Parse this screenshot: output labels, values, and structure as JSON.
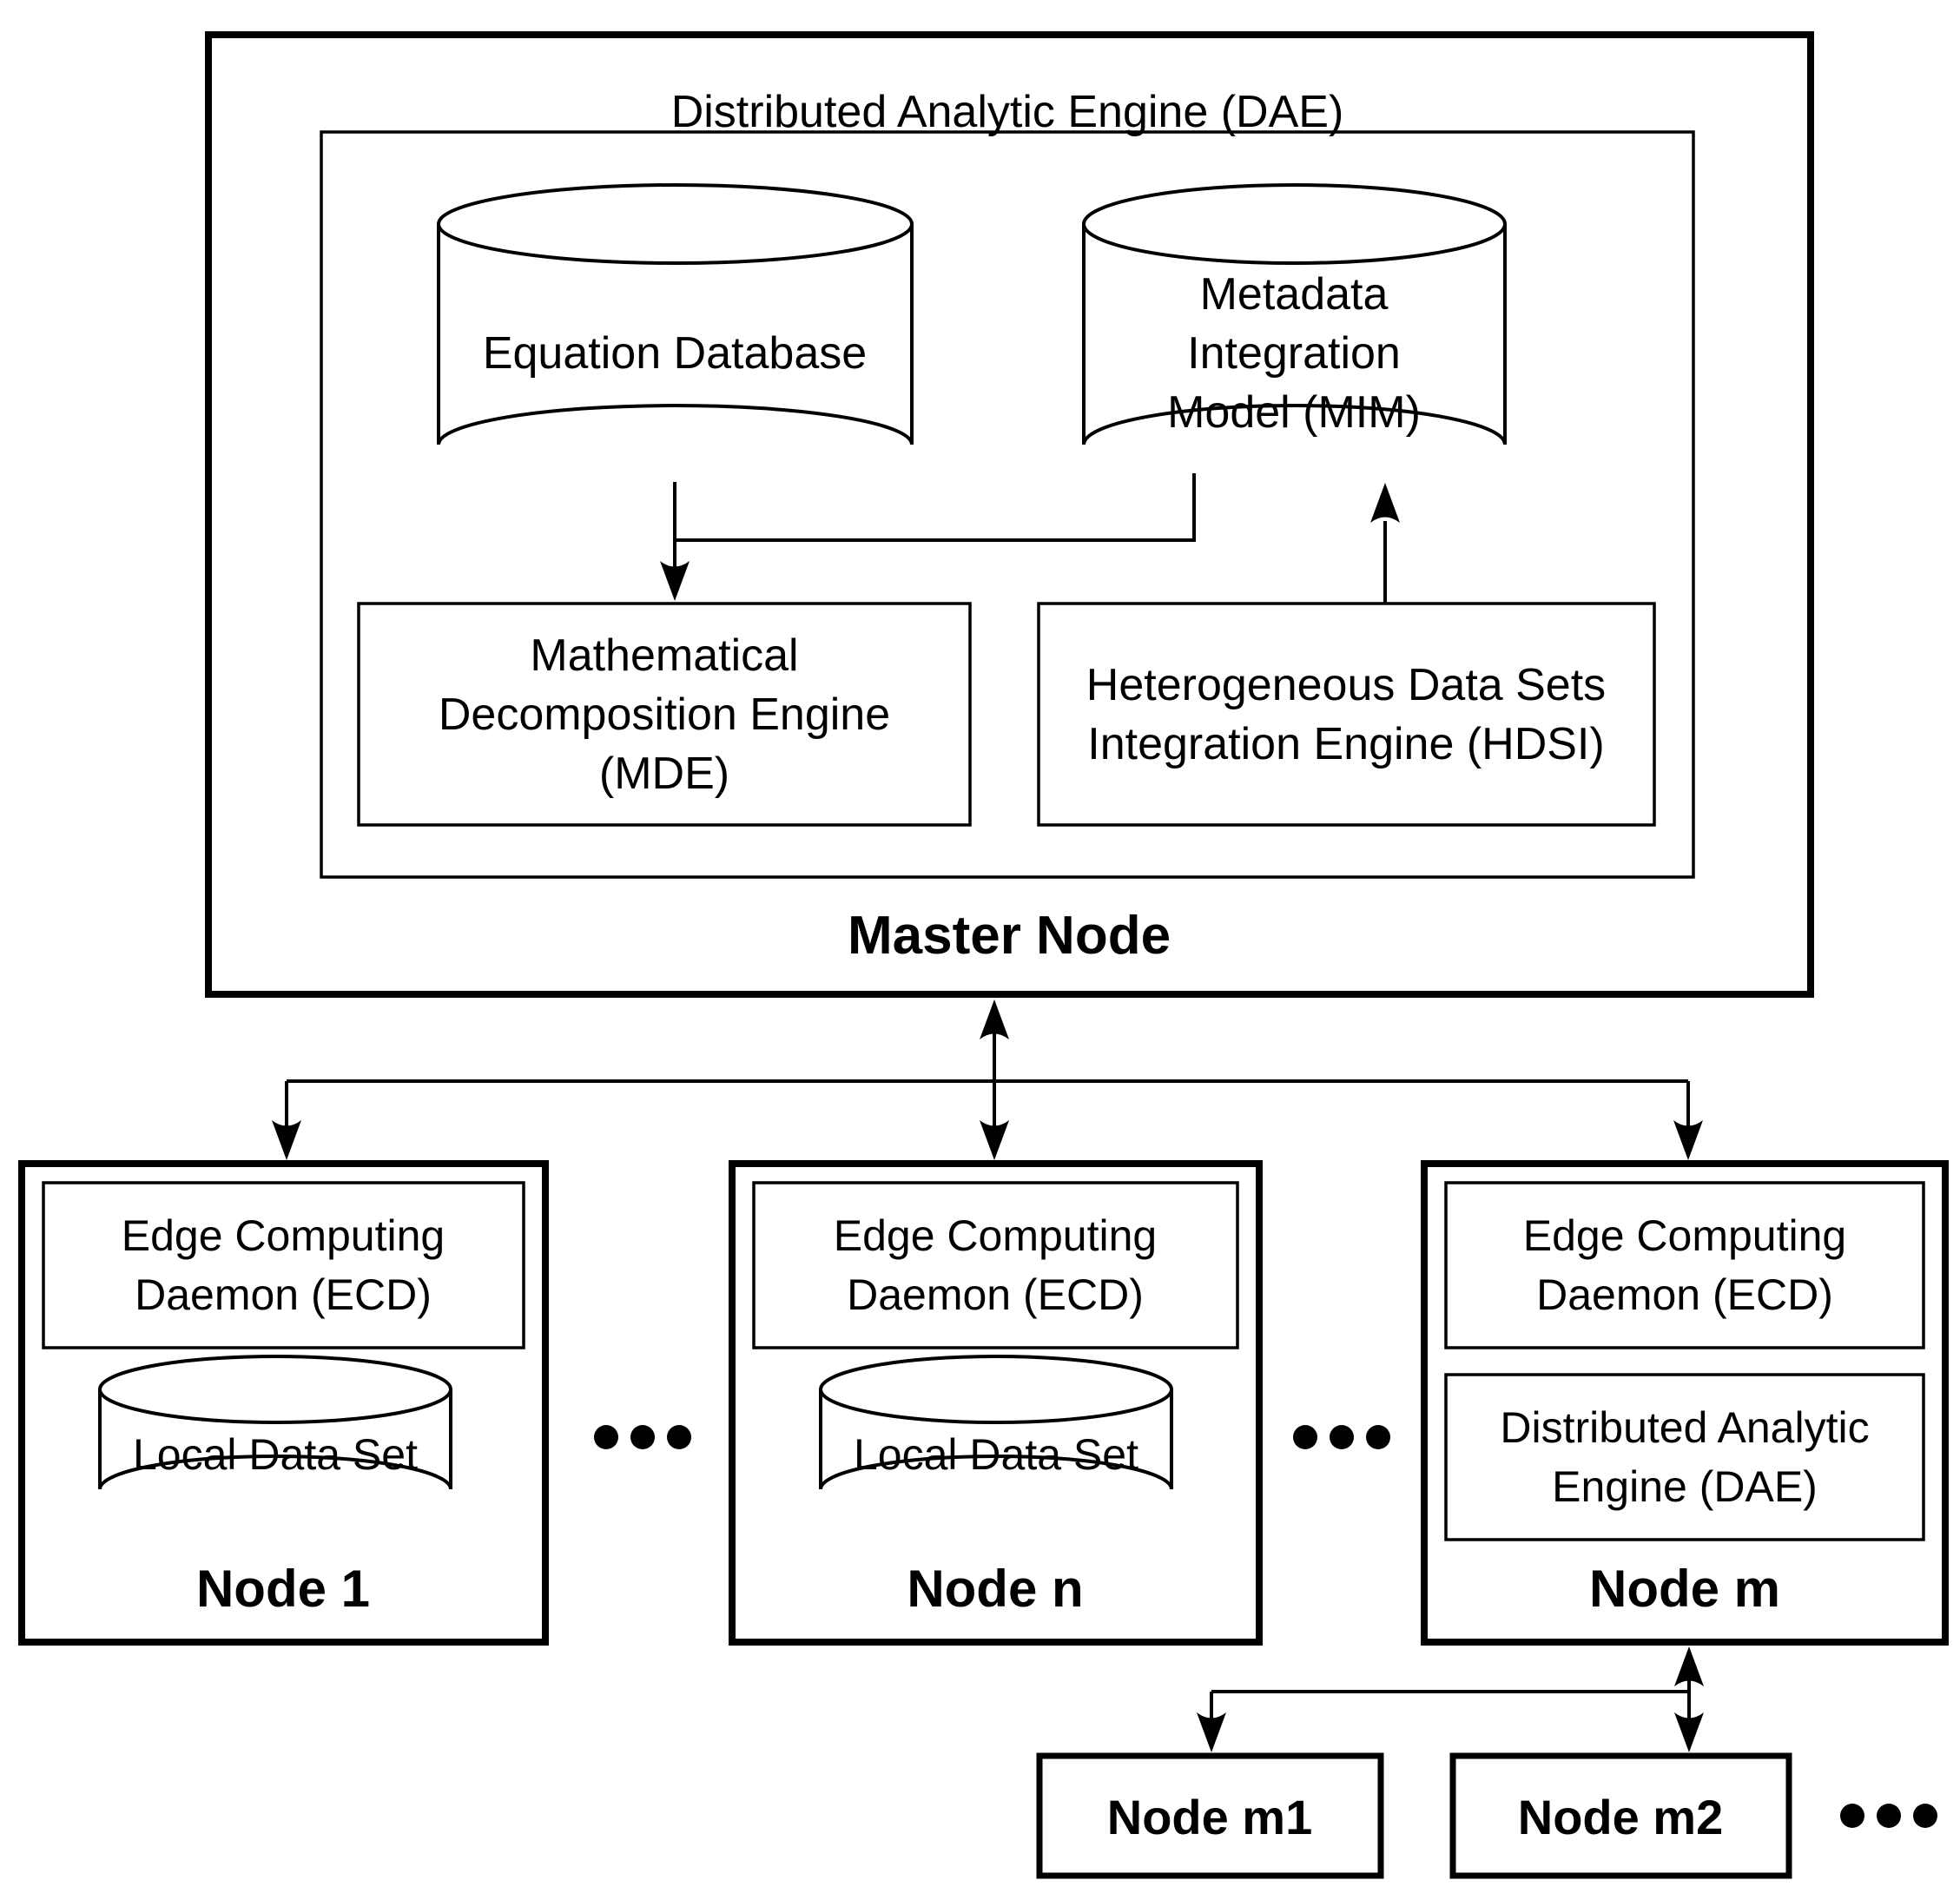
{
  "colors": {
    "ink": "#000000",
    "paper": "#ffffff"
  },
  "icons": {
    "ellipsis": "•••",
    "database_cylinder": "cylinder",
    "arrow": "filled-stealth-arrowhead"
  },
  "master": {
    "label": "Master Node",
    "dae": {
      "title": "Distributed Analytic Engine (DAE)",
      "equation_db": {
        "label": "Equation Database"
      },
      "mim": {
        "lines": [
          "Metadata",
          "Integration",
          "Model (MIM)"
        ]
      },
      "mde": {
        "lines": [
          "Mathematical",
          "Decomposition Engine",
          "(MDE)"
        ]
      },
      "hdsi": {
        "lines": [
          "Heterogeneous Data Sets",
          "Integration Engine (HDSI)"
        ]
      }
    }
  },
  "edge_nodes": {
    "node_1": {
      "label": "Node 1",
      "ecd": {
        "lines": [
          "Edge Computing",
          "Daemon (ECD)"
        ]
      },
      "local_data_set": {
        "label": "Local Data Set"
      }
    },
    "node_n": {
      "label": "Node n",
      "ecd": {
        "lines": [
          "Edge Computing",
          "Daemon (ECD)"
        ]
      },
      "local_data_set": {
        "label": "Local Data Set"
      }
    },
    "node_m": {
      "label": "Node m",
      "ecd": {
        "lines": [
          "Edge Computing",
          "Daemon (ECD)"
        ]
      },
      "dae": {
        "lines": [
          "Distributed Analytic",
          "Engine (DAE)"
        ]
      }
    },
    "node_m1": {
      "label": "Node m1"
    },
    "node_m2": {
      "label": "Node m2"
    }
  }
}
